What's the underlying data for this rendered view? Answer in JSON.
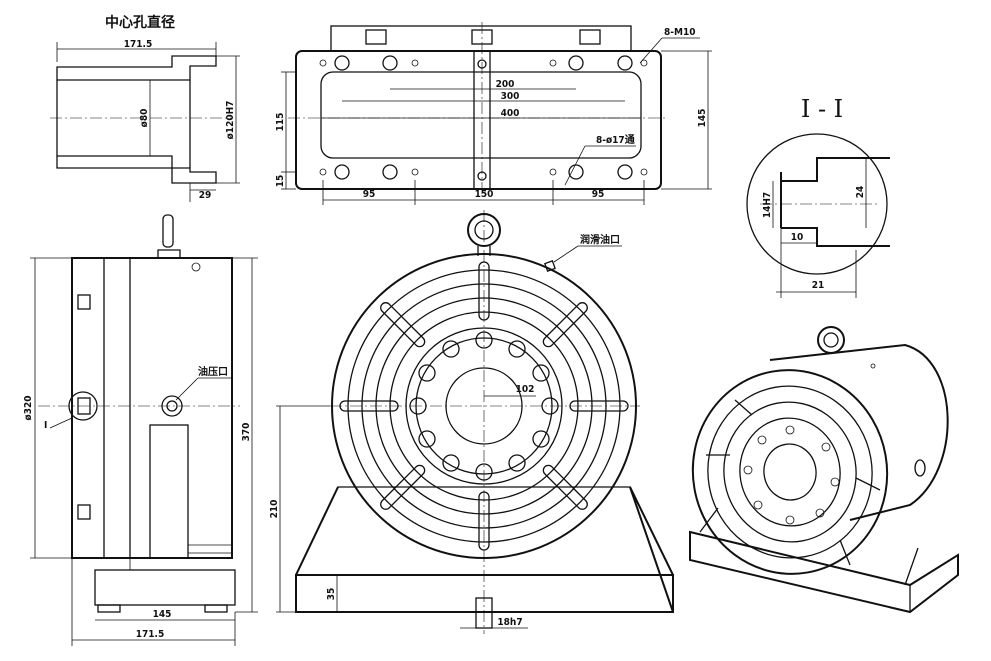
{
  "section_view": {
    "title": "中心孔直径",
    "dim_length": "171.5",
    "dim_bore": "ø80",
    "dim_flange": "ø120H7",
    "dim_flange_depth": "29"
  },
  "top_view": {
    "callout_thread": "8-M10",
    "callout_hole": "8-ø17通",
    "dim_200": "200",
    "dim_300": "300",
    "dim_400": "400",
    "dim_115": "115",
    "dim_15": "15",
    "dim_145": "145",
    "dim_95_left": "95",
    "dim_150": "150",
    "dim_95_right": "95"
  },
  "detail_view": {
    "title": "I - I",
    "dim_14h7": "14H7",
    "dim_24": "24",
    "dim_10": "10",
    "dim_21": "21"
  },
  "side_view": {
    "marker_i": "I",
    "label_oil_port": "油压口",
    "dim_320": "ø320",
    "dim_370": "370",
    "dim_145": "145",
    "dim_171_5": "171.5"
  },
  "front_view": {
    "label_lube_port": "润滑油口",
    "dim_102": "102",
    "dim_210": "210",
    "dim_35": "35",
    "dim_18h7": "18h7"
  }
}
